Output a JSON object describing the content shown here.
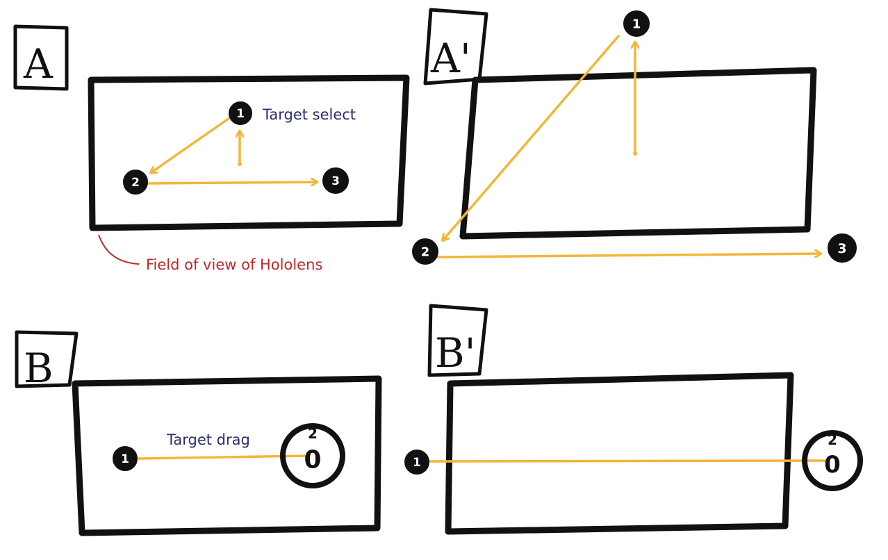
{
  "colors": {
    "frame": "#111111",
    "arrow": "#f2b63a",
    "note_blue": "#2b2f6e",
    "note_red": "#c0262b"
  },
  "panels": {
    "A": {
      "label": "A",
      "annotation": "Target select",
      "fov_note": "Field of view of Hololens",
      "markers": [
        "1",
        "2",
        "3"
      ]
    },
    "A_prime": {
      "label": "A'",
      "markers": [
        "1",
        "2",
        "3"
      ]
    },
    "B": {
      "label": "B",
      "annotation": "Target drag",
      "markers": [
        "1",
        "2",
        "0"
      ]
    },
    "B_prime": {
      "label": "B'",
      "markers": [
        "1",
        "2",
        "0"
      ]
    }
  }
}
